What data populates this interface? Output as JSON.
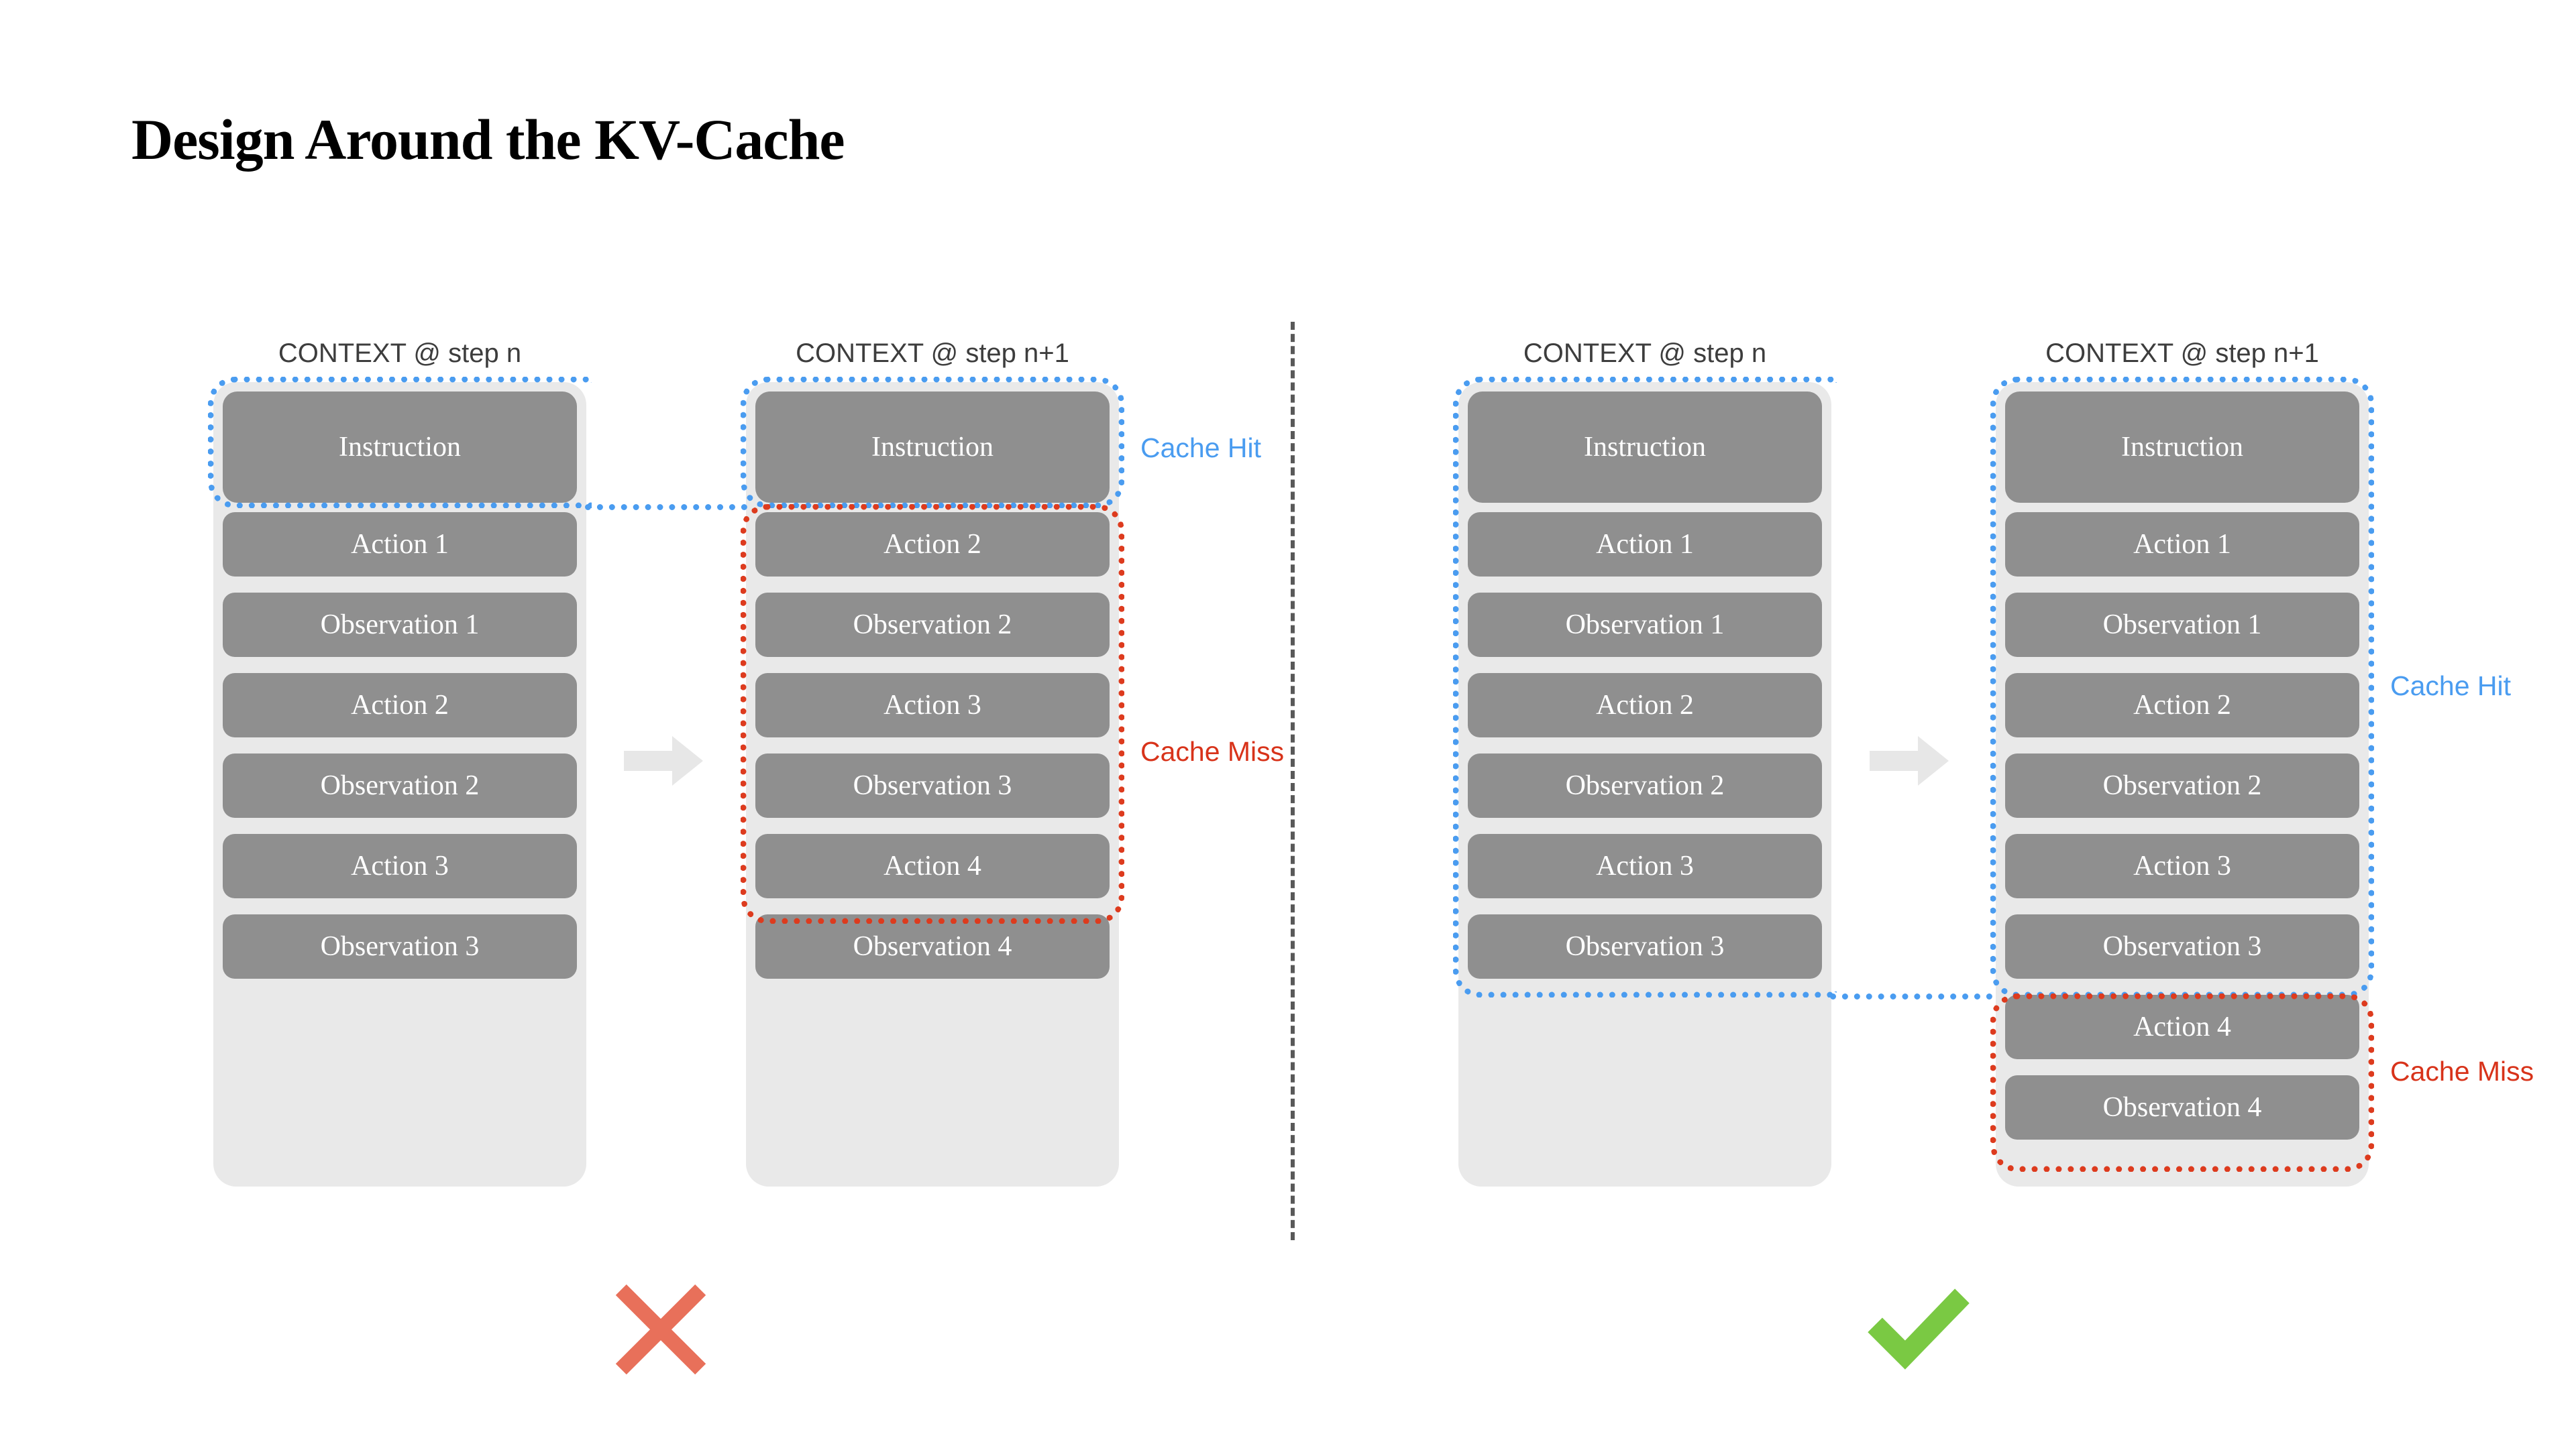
{
  "page": {
    "title": "Design Around the KV-Cache",
    "background_color": "#ffffff"
  },
  "colors": {
    "cache_hit": "#4a9cf0",
    "cache_miss": "#dd3b1e",
    "chip_fill": "#8f8f8f",
    "chip_text": "#ffffff",
    "container_fill": "#e9e9e9",
    "header_text": "#3d3d3d",
    "divider": "#595959",
    "arrow": "#e7e7e7",
    "cross_mark": "#e8705a",
    "check_mark": "#7ac943"
  },
  "annotations": {
    "cache_hit_label": "Cache Hit",
    "cache_miss_label": "Cache Miss"
  },
  "verdicts": {
    "bad_panel": "✖",
    "good_panel": "✔"
  },
  "panels": [
    {
      "id": "bad",
      "verdict": "cross",
      "columns": [
        {
          "header": "CONTEXT @ step n",
          "items": [
            "Instruction",
            "Action 1",
            "Observation 1",
            "Action 2",
            "Observation 2",
            "Action 3",
            "Observation 3"
          ],
          "cache_hit_items": [
            "Instruction"
          ],
          "cache_miss_items": []
        },
        {
          "header": "CONTEXT @ step n+1",
          "items": [
            "Instruction",
            "Action 2",
            "Observation 2",
            "Action 3",
            "Observation 3",
            "Action 4",
            "Observation 4"
          ],
          "cache_hit_items": [
            "Instruction"
          ],
          "cache_miss_items": [
            "Action 2",
            "Observation 2",
            "Action 3",
            "Observation 3",
            "Action 4",
            "Observation 4"
          ]
        }
      ]
    },
    {
      "id": "good",
      "verdict": "check",
      "columns": [
        {
          "header": "CONTEXT @ step n",
          "items": [
            "Instruction",
            "Action 1",
            "Observation 1",
            "Action 2",
            "Observation 2",
            "Action 3",
            "Observation 3"
          ],
          "cache_hit_items": [
            "Instruction",
            "Action 1",
            "Observation 1",
            "Action 2",
            "Observation 2",
            "Action 3",
            "Observation 3"
          ],
          "cache_miss_items": []
        },
        {
          "header": "CONTEXT @ step n+1",
          "items": [
            "Instruction",
            "Action 1",
            "Observation 1",
            "Action 2",
            "Observation 2",
            "Action 3",
            "Observation 3",
            "Action 4",
            "Observation 4"
          ],
          "cache_hit_items": [
            "Instruction",
            "Action 1",
            "Observation 1",
            "Action 2",
            "Observation 2",
            "Action 3",
            "Observation 3"
          ],
          "cache_miss_items": [
            "Action 4",
            "Observation 4"
          ]
        }
      ]
    }
  ]
}
